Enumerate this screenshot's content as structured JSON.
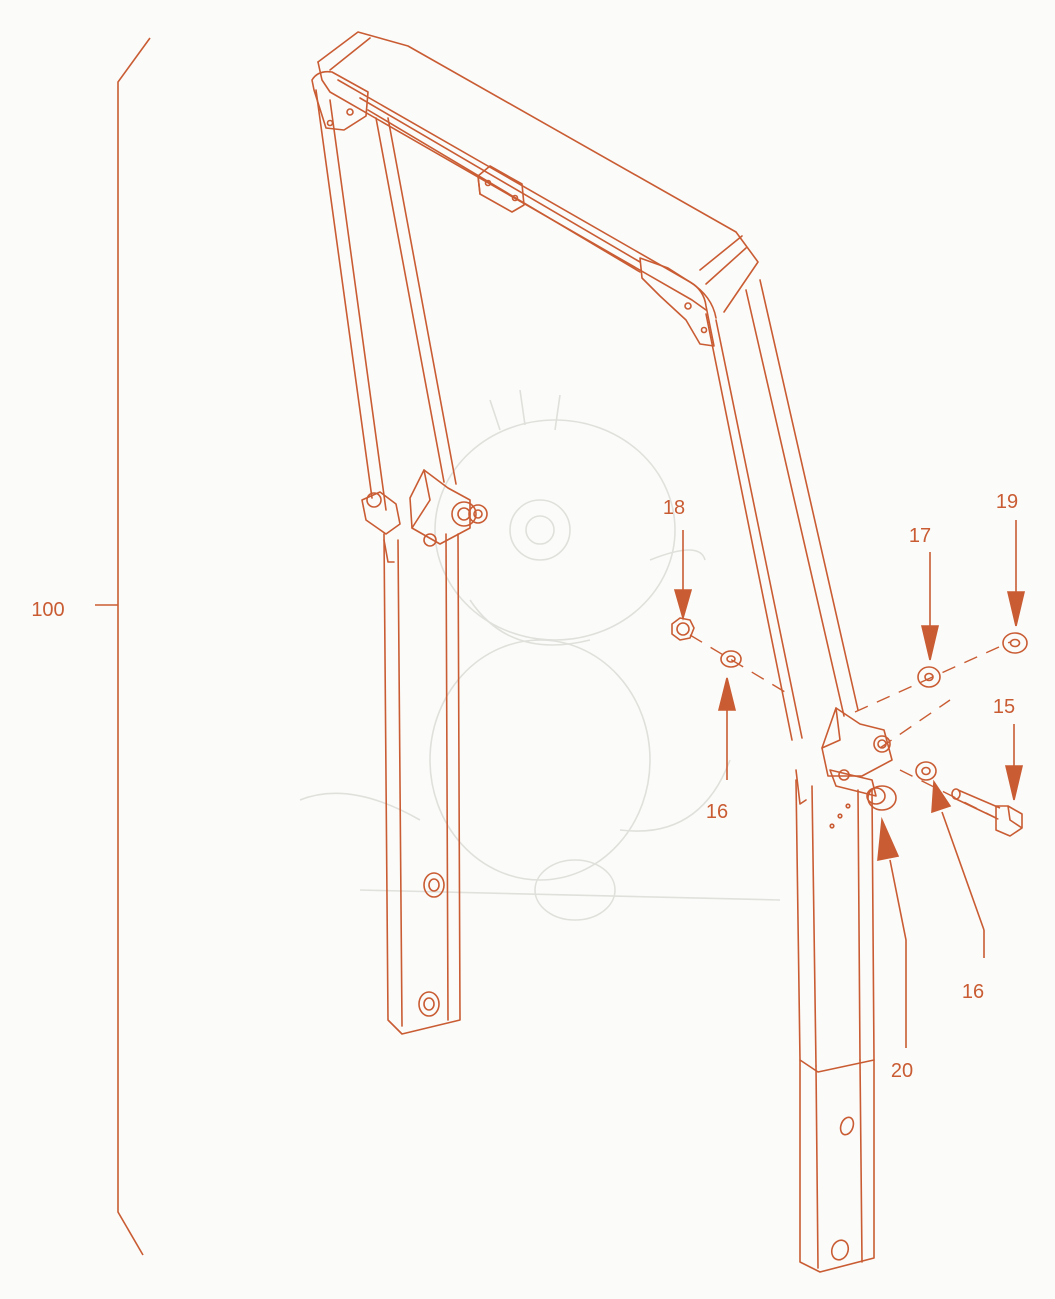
{
  "colors": {
    "line": "#c95c33",
    "background": "#fbfbf9",
    "watermark": "#d9d9d4"
  },
  "callouts": {
    "c100": "100",
    "c18": "18",
    "c17": "17",
    "c19": "19",
    "c15": "15",
    "c16a": "16",
    "c16b": "16",
    "c20": "20"
  },
  "watermark": {
    "icon": "dragon-watermark-icon"
  }
}
